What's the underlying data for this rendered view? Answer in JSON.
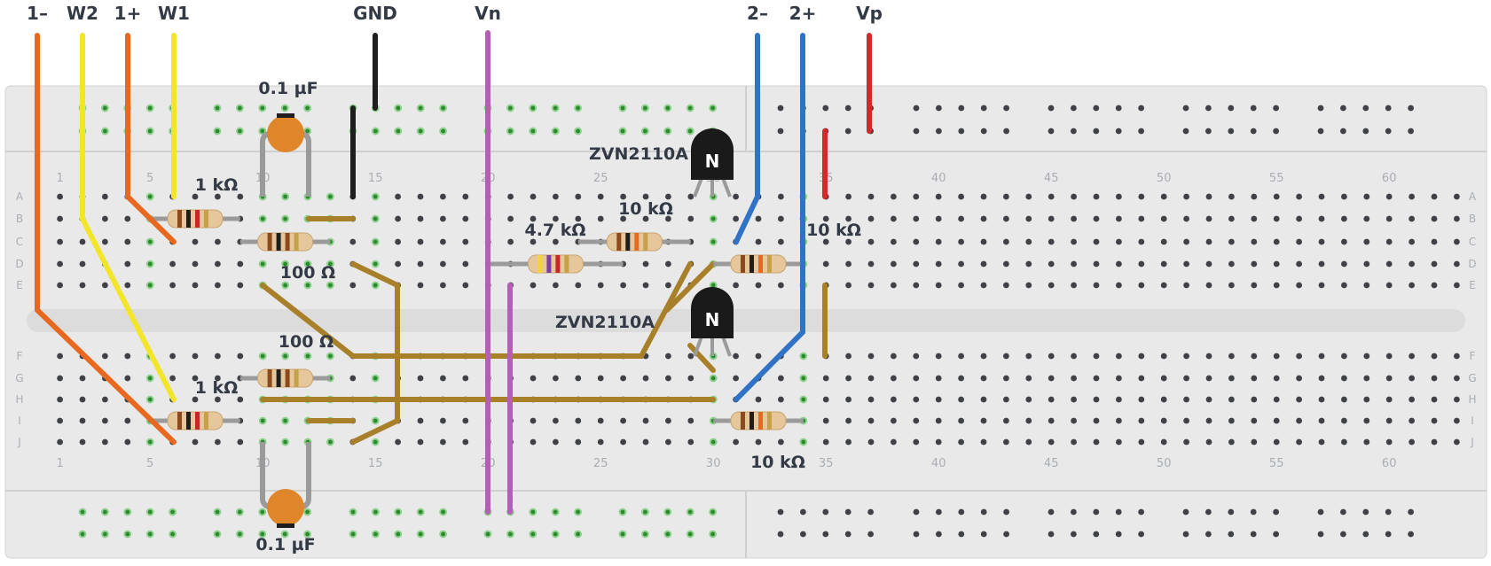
{
  "terminals": [
    {
      "id": "t1m",
      "text": "1–"
    },
    {
      "id": "tw2",
      "text": "W2"
    },
    {
      "id": "t1p",
      "text": "1+"
    },
    {
      "id": "tw1",
      "text": "W1"
    },
    {
      "id": "tgnd",
      "text": "GND"
    },
    {
      "id": "tvn",
      "text": "Vn"
    },
    {
      "id": "t2m",
      "text": "2–"
    },
    {
      "id": "t2p",
      "text": "2+"
    },
    {
      "id": "tvp",
      "text": "Vp"
    }
  ],
  "component_labels": {
    "cap_top": "0.1 µF",
    "cap_bottom": "0.1 µF",
    "r1k_top": "1 kΩ",
    "r1k_bottom": "1 kΩ",
    "r100_top": "100 Ω",
    "r100_bottom": "100 Ω",
    "r4k7": "4.7 kΩ",
    "r10k_a": "10 kΩ",
    "r10k_b": "10 kΩ",
    "r10k_c": "10 kΩ",
    "q_top": "ZVN2110A",
    "q_bottom": "ZVN2110A",
    "q_glyph": "N"
  },
  "row_letters_top": [
    "A",
    "B",
    "C",
    "D",
    "E"
  ],
  "row_letters_bottom": [
    "F",
    "G",
    "H",
    "I",
    "J"
  ],
  "column_numbers": [
    "1",
    "5",
    "10",
    "15",
    "20",
    "25",
    "30",
    "35",
    "40",
    "45",
    "50",
    "55",
    "60"
  ],
  "colors": {
    "board": "#e9e9e9",
    "hole": "#3f4146",
    "hole_active": "#2b8a2b",
    "orange_wire": "#e8681f",
    "yellow_wire": "#f3e52a",
    "black_wire": "#1e1e1e",
    "purple_wire": "#b45fb5",
    "blue_wire": "#2f72c6",
    "red_wire": "#d22a2a",
    "jumper": "#a9802a",
    "capacitor": "#e0862a",
    "lead": "#9a9a9a"
  }
}
